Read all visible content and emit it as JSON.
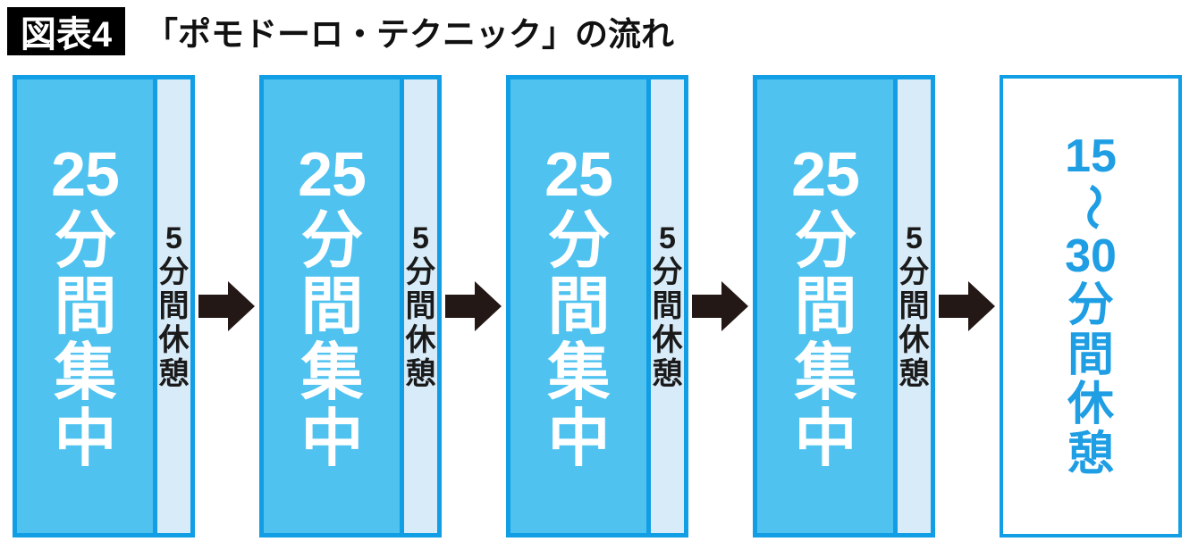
{
  "figure": {
    "badge": "図表4",
    "title": "「ポモドーロ・テクニック」の流れ"
  },
  "flow": {
    "units": [
      {
        "focus_label": "25分間集中",
        "break_label": "5分間休憩"
      },
      {
        "focus_label": "25分間集中",
        "break_label": "5分間休憩"
      },
      {
        "focus_label": "25分間集中",
        "break_label": "5分間休憩"
      },
      {
        "focus_label": "25分間集中",
        "break_label": "5分間休憩"
      }
    ],
    "final_break_label": "15〜30分間休憩",
    "arrow_icon": "right-arrow"
  },
  "colors": {
    "box_border_blue": "#129EE5",
    "focus_fill_blue": "#4FC2F0",
    "break_strip_blue": "#D8EBF8",
    "focus_text": "#FFFFFF",
    "break_text": "#1A1A1A",
    "arrow_black": "#231815",
    "final_text_blue": "#1F9EE4",
    "badge_bg": "#000000",
    "badge_text": "#FFFFFF"
  }
}
